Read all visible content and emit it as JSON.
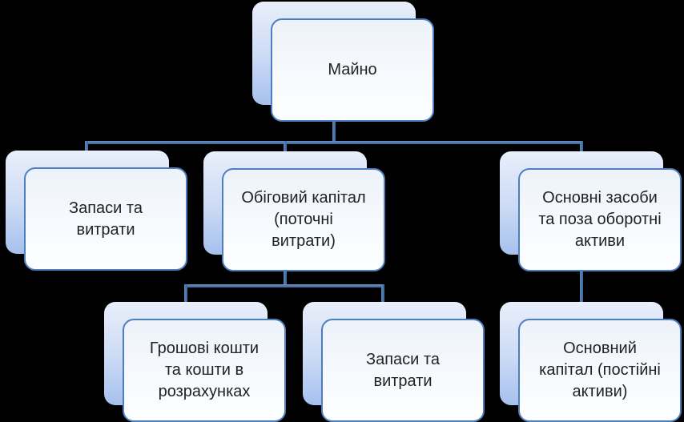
{
  "diagram": {
    "type": "hierarchy-org-chart",
    "background_color": "#000000",
    "node_border_color": "#4d7fbe",
    "connector_color": "#3c689c",
    "back_shape_gradient": [
      "#e9effb",
      "#a6c1ee"
    ],
    "front_shape_gradient": [
      "#edf2fa",
      "#fdfeff"
    ],
    "text_color": "#222222",
    "nodes": {
      "root": {
        "label": "Майно"
      },
      "level2_left": {
        "label": "Запаси та\nвитрати"
      },
      "level2_middle": {
        "label": "Обіговий капітал\n(поточні\nвитрати)"
      },
      "level2_right": {
        "label": "Основні засоби\nта поза оборотні\nактиви"
      },
      "level3_cash": {
        "label": "Грошові кошти\nта кошти в\nрозрахунках"
      },
      "level3_stocks": {
        "label": "Запаси та\nвитрати"
      },
      "level3_fixed": {
        "label": "Основний\nкапітал (постійні\nактиви)"
      }
    },
    "edges": [
      {
        "from": "root",
        "to": "level2_left"
      },
      {
        "from": "root",
        "to": "level2_middle"
      },
      {
        "from": "root",
        "to": "level2_right"
      },
      {
        "from": "level2_middle",
        "to": "level3_cash"
      },
      {
        "from": "level2_middle",
        "to": "level3_stocks"
      },
      {
        "from": "level2_right",
        "to": "level3_fixed"
      }
    ]
  }
}
